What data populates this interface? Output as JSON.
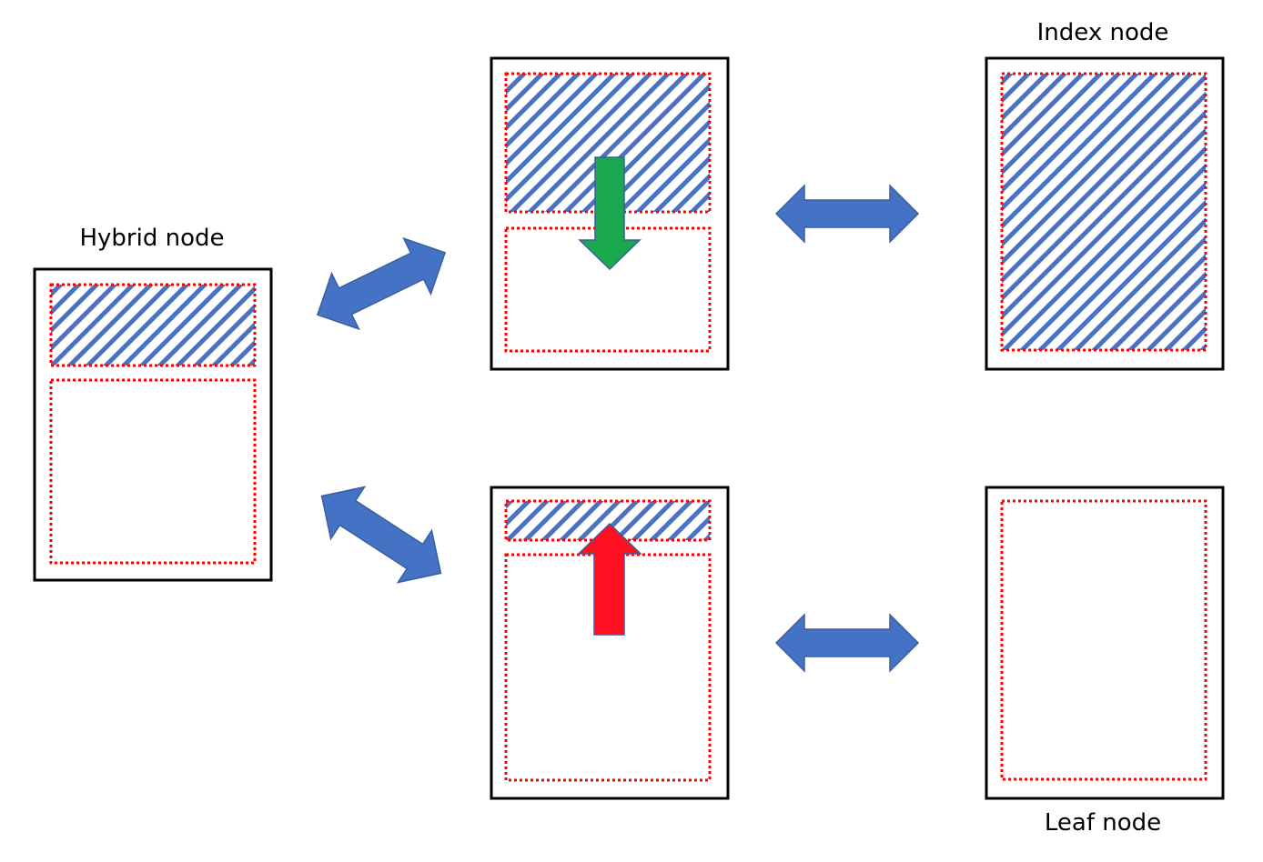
{
  "labels": {
    "hybrid": "Hybrid node",
    "index": "Index node",
    "leaf": "Leaf node"
  },
  "colors": {
    "outline": "#000000",
    "region_border": "#ff0000",
    "hatch": "#4a72c4",
    "link_arrow": "#4472c4",
    "link_arrow_stroke": "#3a5e9e",
    "grow_arrow": "#1aa84f",
    "shrink_arrow": "#ff1020"
  },
  "icons": {
    "bidirectional": "double-headed-arrow",
    "grow_index": "down-arrow",
    "shrink_index": "up-arrow"
  }
}
